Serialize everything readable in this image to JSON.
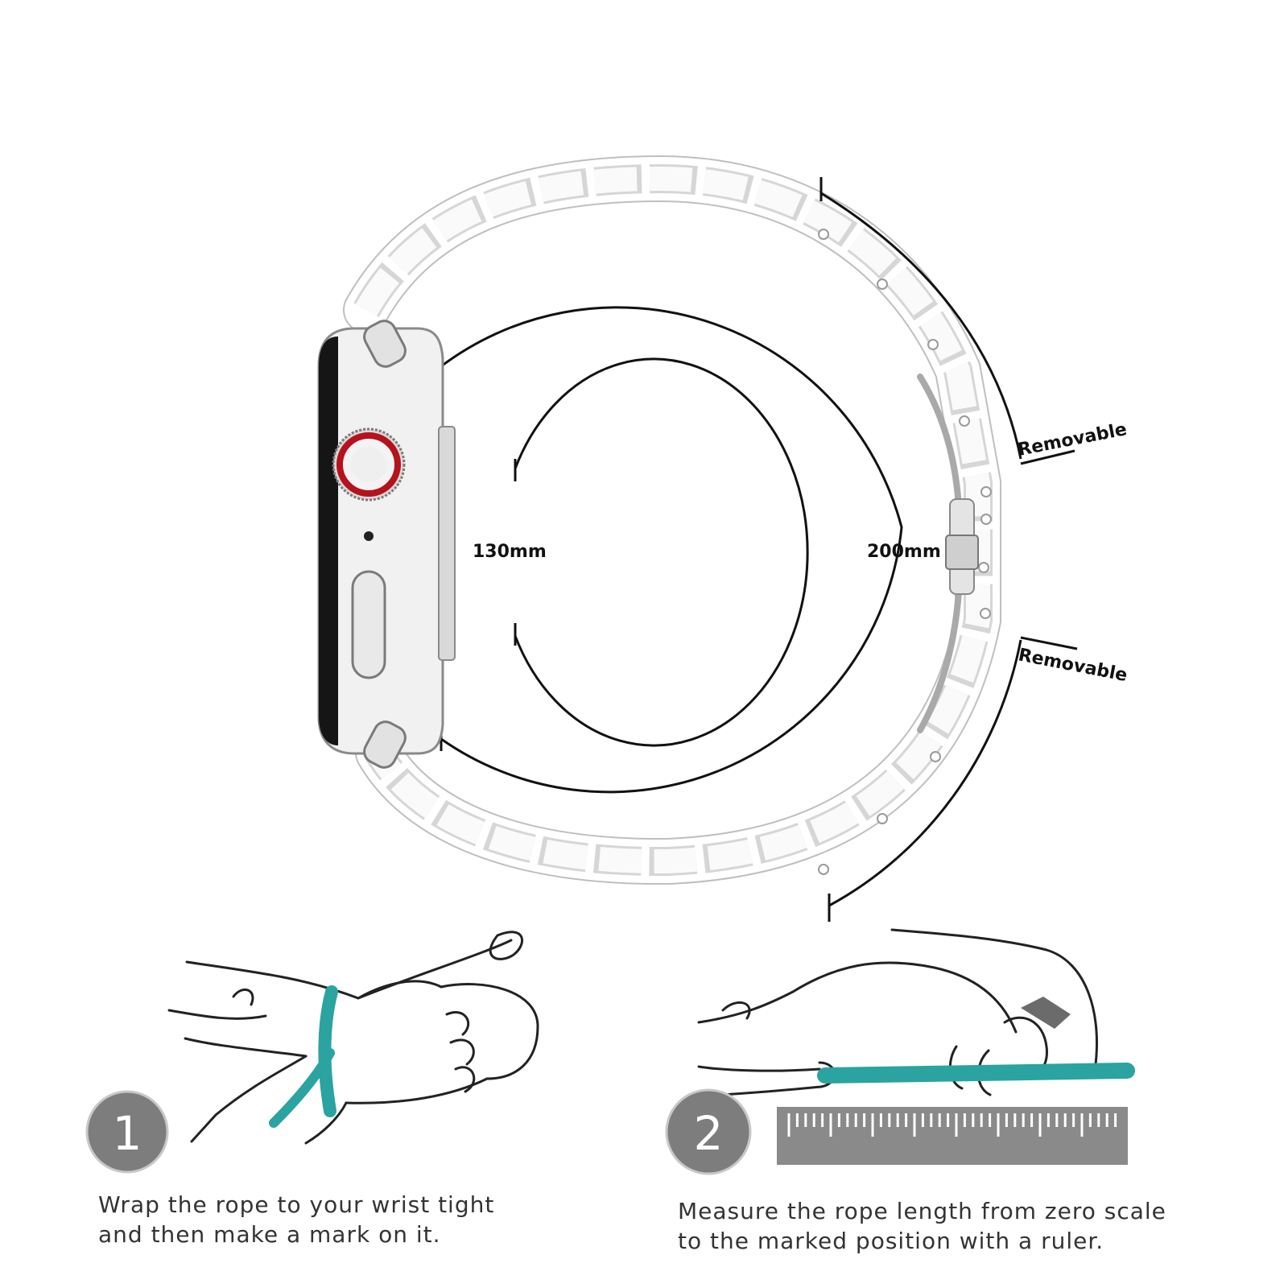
{
  "sizes": {
    "inner": "130mm",
    "outer": "200mm"
  },
  "removable_labels": [
    "Removable",
    "Removable"
  ],
  "steps": [
    {
      "number": "1",
      "caption_lines": [
        "Wrap the rope to your wrist tight",
        "and then make a mark on it."
      ]
    },
    {
      "number": "2",
      "caption_lines": [
        "Measure the rope length from zero scale",
        "to the marked position with a ruler."
      ]
    }
  ],
  "colors": {
    "rope": "#2aa3a1",
    "step_circle": "#7d7d7d",
    "ruler": "#8a8a8a",
    "crown_ring": "#b5121b"
  }
}
